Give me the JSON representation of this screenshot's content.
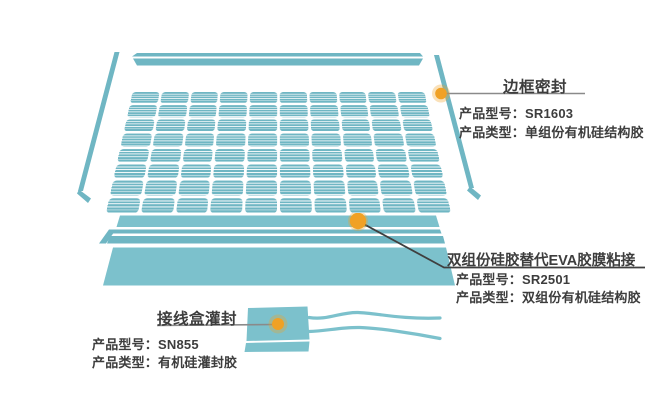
{
  "colors": {
    "panel_teal": "#7cc1cc",
    "cell_teal": "#6fb6c3",
    "dot_orange": "#f0a125",
    "leader_gray": "#8a8a8a",
    "leader_dark": "#3f3f3f",
    "text_dark": "#3d3d3d",
    "background": "#ffffff"
  },
  "labels": {
    "model": "产品型号：",
    "type": "产品类型："
  },
  "callouts": {
    "frame_seal": {
      "title": "边框密封",
      "model_value": "SR1603",
      "type_value": "单组份有机硅结构胶"
    },
    "eva_replace": {
      "title": "双组份硅胶替代EVA胶膜粘接",
      "model_value": "SR2501",
      "type_value": "双组份有机硅结构胶"
    },
    "junction_box": {
      "title": "接线盒灌封",
      "model_value": "SN855",
      "type_value": "有机硅灌封胶"
    }
  },
  "panel": {
    "rows": 8,
    "columns": 10
  }
}
